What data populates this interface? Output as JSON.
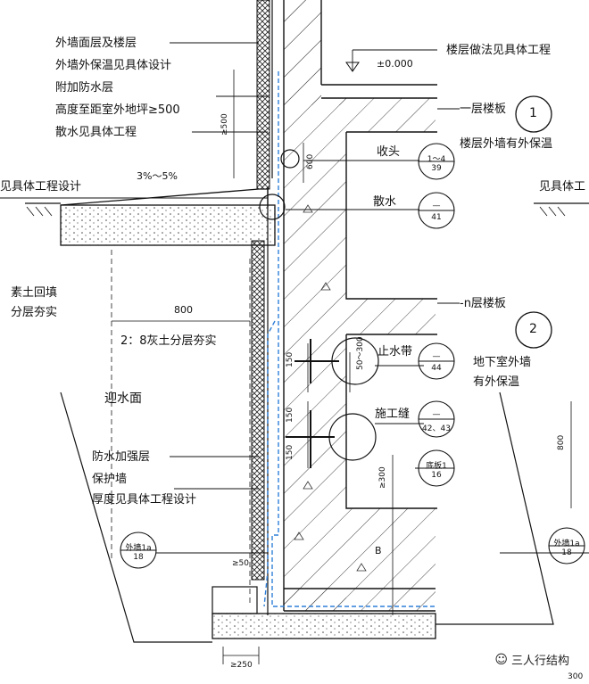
{
  "labels": {
    "facade": "外墙面层及楼层",
    "insulation": "外墙外保温见具体设计",
    "waterproof_add": "附加防水层",
    "height_req": "高度至距室外地坪≥500",
    "apron": "散水见具体工程",
    "left_cut": "见具体工程设计",
    "slope": "3%～5%",
    "backfill1": "素土回填",
    "backfill2": "分层夯实",
    "dim_800": "800",
    "lime_soil": "2：8灰土分层夯实",
    "water_face": "迎水面",
    "reinforce": "防水加强层",
    "protect_wall": "保护墙",
    "thickness": "厚度见具体工程设计",
    "floor_note": "楼层做法见具体工程",
    "elevation": "±0.000",
    "floor1": "一层楼板",
    "outer_insul": "楼层外墙有外保温",
    "shoutou": "收头",
    "sanshui": "散水",
    "floor_n": "-n层楼板",
    "basement1": "地下室外墙",
    "basement2": "有外保温",
    "waterstop": "止水带",
    "joint": "施工缝",
    "right_cut": "见具体工",
    "dim_500": "≥500",
    "dim_600": "600",
    "dim_150a": "150",
    "dim_150b": "150",
    "dim_150c": "150",
    "dim_50_300": "50～300",
    "dim_300": "≥300",
    "dim_50": "≥50",
    "dim_250": "≥250",
    "dim_800r": "800",
    "dim_300b": "300",
    "letter_b": "B",
    "watermark": "三人行结构"
  },
  "circles": {
    "c1": "1",
    "c2": "2"
  },
  "refs": [
    {
      "top": "1～4",
      "bottom": "39"
    },
    {
      "top": "—",
      "bottom": "41"
    },
    {
      "top": "—",
      "bottom": "44"
    },
    {
      "top": "—",
      "bottom": "42、43"
    },
    {
      "top": "底板1",
      "bottom": "16"
    },
    {
      "top": "外墙1a",
      "bottom": "18"
    },
    {
      "top": "外墙1a",
      "bottom": "18"
    }
  ]
}
